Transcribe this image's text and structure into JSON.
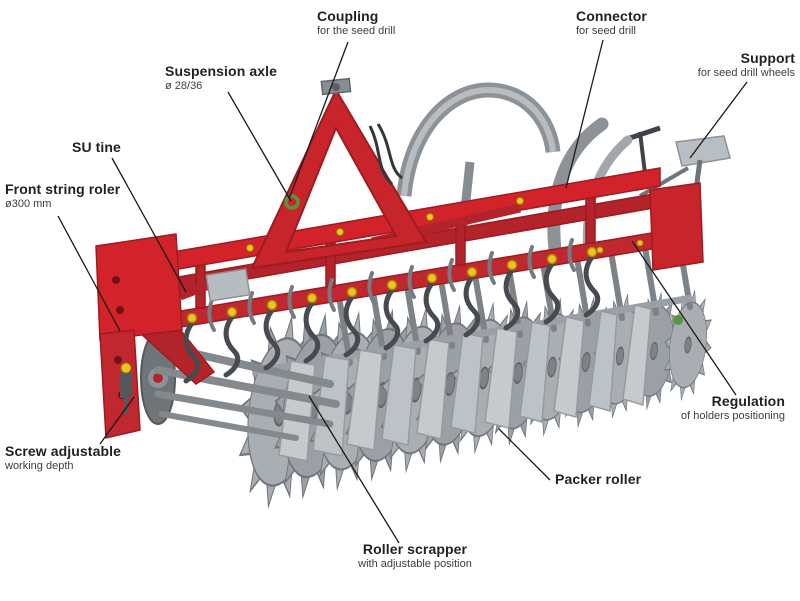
{
  "labels": {
    "coupling": {
      "title": "Coupling",
      "subtitle": "for the seed drill"
    },
    "connector": {
      "title": "Connector",
      "subtitle": "for seed drill"
    },
    "support": {
      "title": "Support",
      "subtitle": "for seed drill wheels"
    },
    "suspension_axle": {
      "title": "Suspension axle",
      "subtitle": "ø 28/36"
    },
    "su_tine": {
      "title": "SU tine"
    },
    "front_string_roller": {
      "title": "Front string roler",
      "subtitle": "ø300 mm"
    },
    "screw_adjustable": {
      "title": "Screw adjustable",
      "subtitle": "working depth"
    },
    "regulation": {
      "title": "Regulation",
      "subtitle": "of holders positioning"
    },
    "packer_roller": {
      "title": "Packer roller"
    },
    "roller_scrapper": {
      "title": "Roller scrapper",
      "subtitle": "with adjustable position"
    }
  },
  "machine_colors": {
    "frame_red": "#d2232a",
    "metal_gray": "#a9aeb3",
    "accent_yellow": "#edc51f",
    "accent_green": "#55963c"
  },
  "leader_line_color": "#1a1a1a"
}
